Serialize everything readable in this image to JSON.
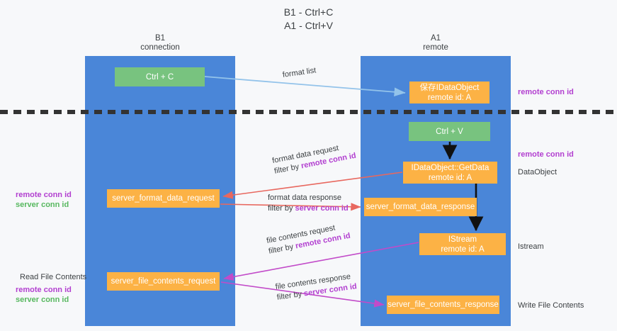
{
  "heading": {
    "line1": "B1 - Ctrl+C",
    "line2": "A1 - Ctrl+V"
  },
  "lanes": [
    {
      "id": "b1",
      "title_line1": "B1",
      "title_line2": "connection",
      "color": "#4a86d8"
    },
    {
      "id": "a1",
      "title_line1": "A1",
      "title_line2": "remote",
      "color": "#4a86d8"
    }
  ],
  "nodes": {
    "ctrl_c": {
      "line1": "Ctrl + C",
      "line2": "",
      "color": "#78c37f"
    },
    "save_dataobject": {
      "line1": "保存IDataObject",
      "line2": "remote id: A",
      "color": "#fcb245"
    },
    "ctrl_v": {
      "line1": "Ctrl + V",
      "line2": "",
      "color": "#78c37f"
    },
    "getdata": {
      "line1": "IDataObject::GetData",
      "line2": "remote id: A",
      "color": "#fcb245"
    },
    "server_format_data_request": {
      "line1": "server_format_data_request",
      "line2": "",
      "color": "#fcb245"
    },
    "server_format_data_response": {
      "line1": "server_format_data_response",
      "line2": "",
      "color": "#fcb245"
    },
    "istream": {
      "line1": "IStream",
      "line2": "remote id: A",
      "color": "#fcb245"
    },
    "server_file_contents_request": {
      "line1": "server_file_contents_request",
      "line2": "",
      "color": "#fcb245"
    },
    "server_file_contents_response": {
      "line1": "server_file_contents_response",
      "line2": "",
      "color": "#fcb245"
    }
  },
  "edge_labels": {
    "format_list": {
      "line1": "format list",
      "line2": "",
      "filter_prefix": "",
      "filter_key": ""
    },
    "format_data_request": {
      "line1": "format data request",
      "filter_prefix": "filter by ",
      "filter_key": "remote conn id"
    },
    "format_data_response": {
      "line1": "format data response",
      "filter_prefix": "filter by ",
      "filter_key": "server conn id"
    },
    "file_contents_request": {
      "line1": "file contents request",
      "filter_prefix": "filter by ",
      "filter_key": "remote conn id"
    },
    "file_contents_response": {
      "line1": "file contents response",
      "filter_prefix": "filter by ",
      "filter_key": "server conn id"
    }
  },
  "side_labels": {
    "left_conn": {
      "remote": "remote conn id",
      "server": "server conn id"
    },
    "left_read": {
      "text": "Read File Contents"
    },
    "left_read_keys": {
      "remote": "remote conn id",
      "server": "server conn id"
    },
    "right_1": {
      "text": "remote conn id"
    },
    "right_2": {
      "text": "remote conn id"
    },
    "right_3": {
      "text": "DataObject"
    },
    "right_4": {
      "text": "Istream"
    },
    "right_5": {
      "text": "Write File Contents"
    }
  },
  "colors": {
    "lane": "#4a86d8",
    "green_box": "#78c37f",
    "orange_box": "#fcb245",
    "purple_text": "#b23fd0",
    "green_text": "#57b85f",
    "red_arrow": "#e8685f",
    "magenta_arrow": "#c24bc9",
    "blue_arrow": "#93c3ea",
    "black_arrow": "#000000",
    "divider": "#333333",
    "background": "#f7f8fa"
  }
}
